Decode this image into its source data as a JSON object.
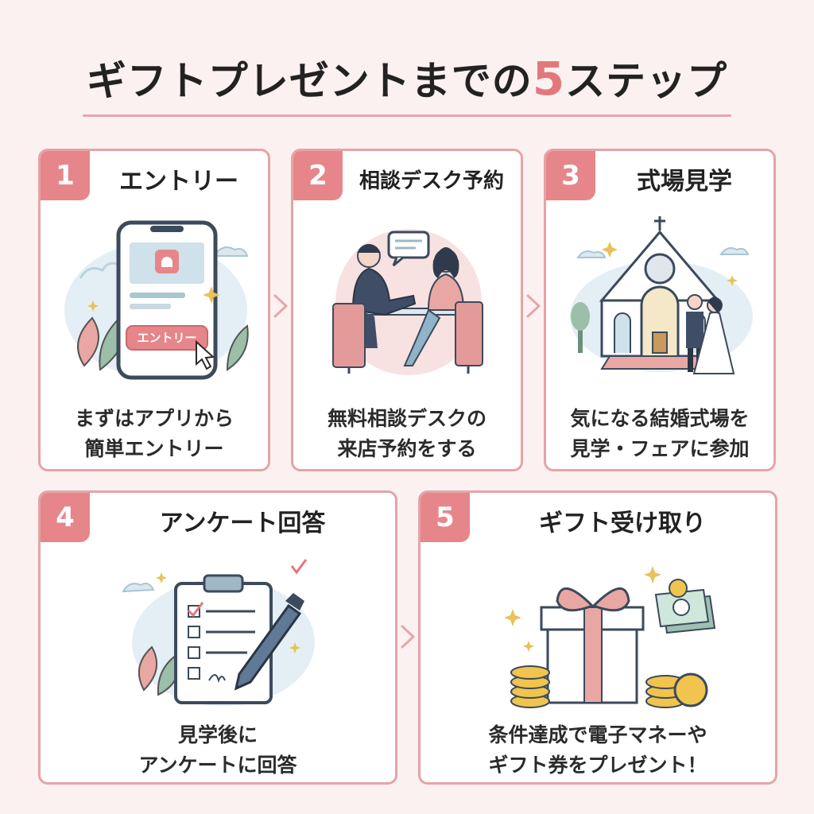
{
  "title": {
    "prefix": "ギフトプレゼントまでの",
    "number": "5",
    "suffix": "ステップ"
  },
  "steps": [
    {
      "number": "1",
      "title": "エントリー",
      "desc_line1": "まずはアプリから",
      "desc_line2": "簡単エントリー",
      "button_label": "エントリー"
    },
    {
      "number": "2",
      "title": "相談デスク予約",
      "desc_line1": "無料相談デスクの",
      "desc_line2": "来店予約をする"
    },
    {
      "number": "3",
      "title": "式場見学",
      "desc_line1": "気になる結婚式場を",
      "desc_line2": "見学・フェアに参加"
    },
    {
      "number": "4",
      "title": "アンケート回答",
      "desc_line1": "見学後に",
      "desc_line2": "アンケートに回答"
    },
    {
      "number": "5",
      "title": "ギフト受け取り",
      "desc_line1": "条件達成で電子マネーや",
      "desc_line2": "ギフト券をプレゼント！"
    }
  ],
  "icons": {
    "step1": "smartphone-entry-icon",
    "step2": "consultation-icon",
    "step3": "chapel-icon",
    "step4": "clipboard-survey-icon",
    "step5": "gift-box-icon"
  },
  "colors": {
    "accent": "#e7868a",
    "border": "#e6a3a6",
    "background": "#fbf1f1"
  }
}
